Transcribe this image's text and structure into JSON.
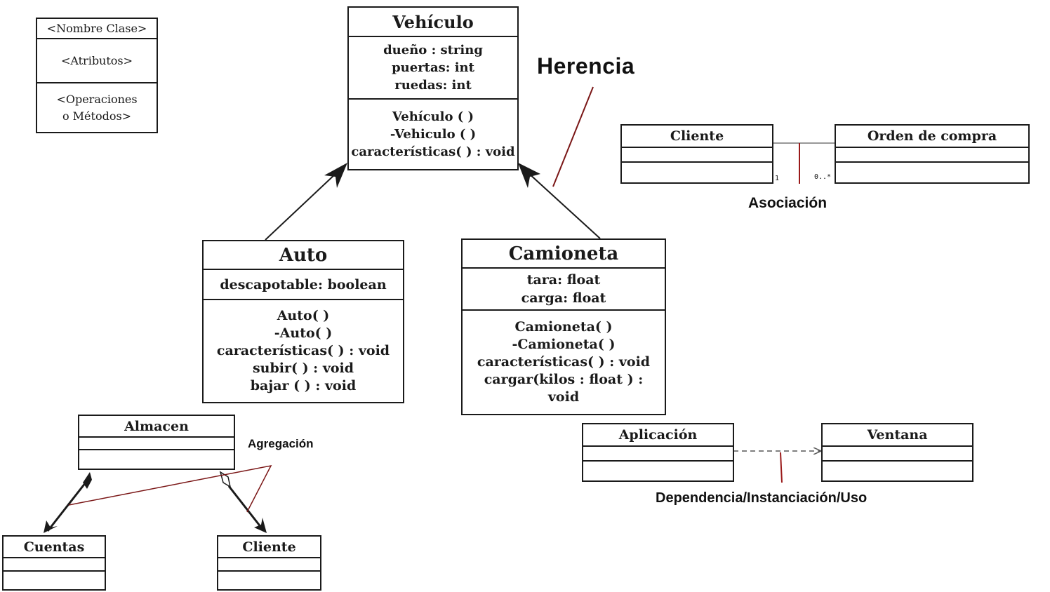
{
  "legend": {
    "name": "<Nombre Clase>",
    "attributes": "<Atributos>",
    "operations": [
      "<Operaciones",
      "o Métodos>"
    ]
  },
  "vehiculo": {
    "name": "Vehículo",
    "attributes": [
      "dueño : string",
      "puertas: int",
      "ruedas: int"
    ],
    "methods": [
      "Vehículo ( )",
      "-Vehiculo ( )",
      "características( ) : void"
    ]
  },
  "auto": {
    "name": "Auto",
    "attributes": [
      "descapotable: boolean"
    ],
    "methods": [
      "Auto( )",
      "-Auto( )",
      "características( ) : void",
      "subir( ) : void",
      "bajar ( ) : void"
    ]
  },
  "camioneta": {
    "name": "Camioneta",
    "attributes": [
      "tara: float",
      "carga: float"
    ],
    "methods": [
      "Camioneta( )",
      "-Camioneta( )",
      "características( ) : void",
      "cargar(kilos : float ) :",
      "void"
    ]
  },
  "labels": {
    "herencia": "Herencia",
    "asociacion": "Asociación",
    "agregacion": "Agregación",
    "dependencia": "Dependencia/Instanciación/Uso"
  },
  "asociacion_classes": {
    "cliente": "Cliente",
    "orden": "Orden de compra",
    "mult_left": "1",
    "mult_right": "0..*"
  },
  "agregacion_classes": {
    "almacen": "Almacen",
    "cuentas": "Cuentas",
    "cliente": "Cliente"
  },
  "dependencia_classes": {
    "aplicacion": "Aplicación",
    "ventana": "Ventana"
  },
  "colors": {
    "line": "#1a1a1a",
    "pointer": "#7a1616"
  }
}
